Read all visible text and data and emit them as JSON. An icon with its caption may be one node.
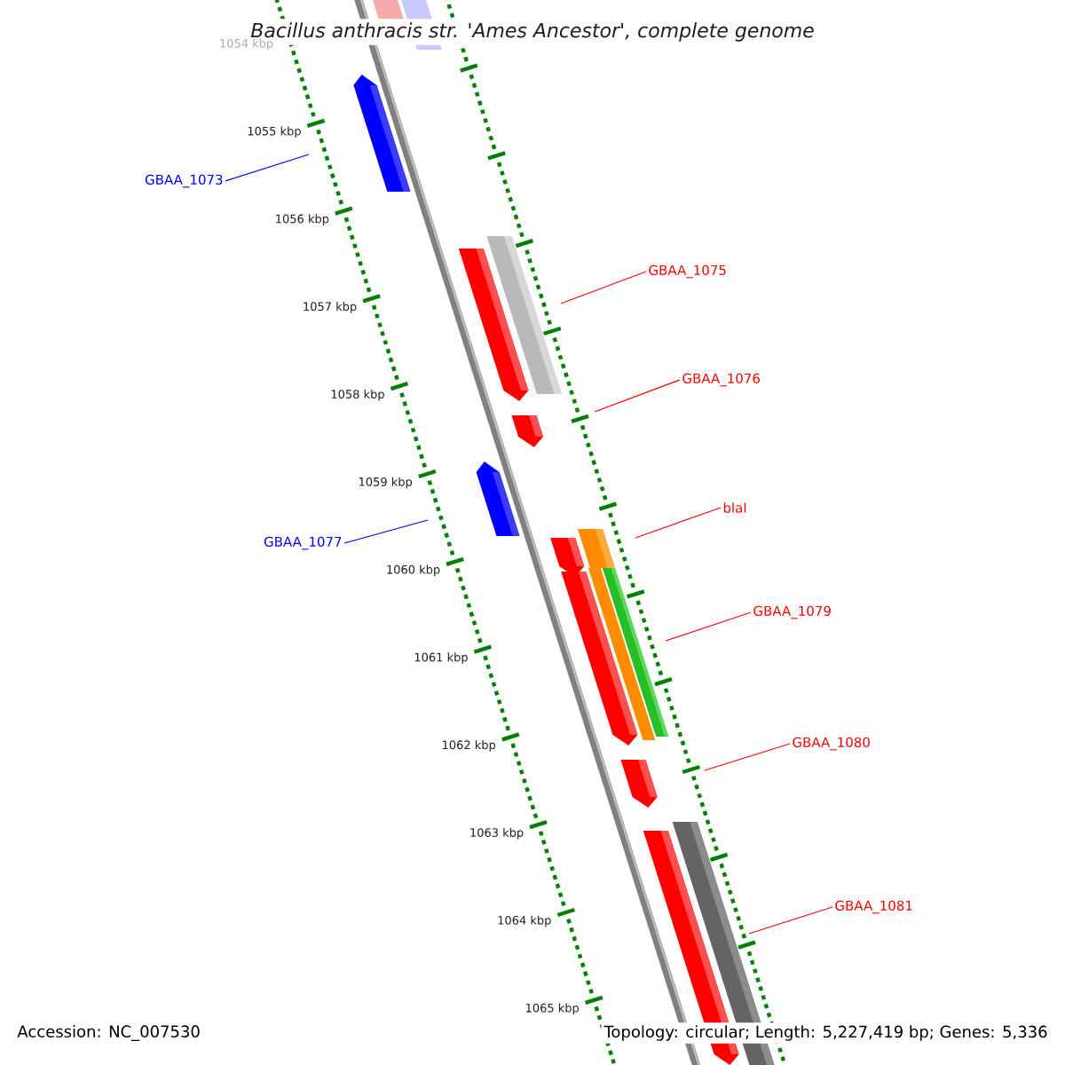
{
  "diagram": {
    "title": "Bacillus anthracis str. 'Ames Ancestor', complete genome",
    "nodes": [
      {
        "text": [
          "GBAA_1073"
        ]
      },
      {
        "text": [
          "GBAA_1075"
        ]
      },
      {
        "text": [
          "GBAA_1076"
        ]
      },
      {
        "text": [
          "GBAA_1077"
        ]
      },
      {
        "text": [
          "blaI"
        ]
      },
      {
        "text": [
          "GBAA_1079"
        ]
      },
      {
        "text": [
          "GBAA_1080"
        ]
      },
      {
        "text": [
          "GBAA_1081"
        ]
      }
    ],
    "edges": [
      {
        "from": 0,
        "to": null,
        "arrow": "none",
        "color": "#0000ff"
      },
      {
        "from": 1,
        "to": null,
        "arrow": "none"
      },
      {
        "from": 2,
        "to": null,
        "arrow": "none"
      },
      {
        "from": 3,
        "to": null,
        "arrow": "none",
        "color": "#0000ff"
      },
      {
        "from": 4,
        "to": null,
        "arrow": "none"
      },
      {
        "from": 5,
        "to": null,
        "arrow": "none"
      },
      {
        "from": 6,
        "to": null,
        "arrow": "none"
      },
      {
        "from": 7,
        "to": null,
        "arrow": "none"
      }
    ],
    "labels": [
      "1054 kbp",
      "1055 kbp",
      "1056 kbp",
      "1057 kbp",
      "1058 kbp",
      "1059 kbp",
      "1060 kbp",
      "1061 kbp",
      "1062 kbp",
      "1063 kbp",
      "1064 kbp",
      "1065 kbp",
      "Accession: NC_007530",
      "Topology: circular; Length: 5,227,419 bp; Genes: 5,336"
    ]
  }
}
